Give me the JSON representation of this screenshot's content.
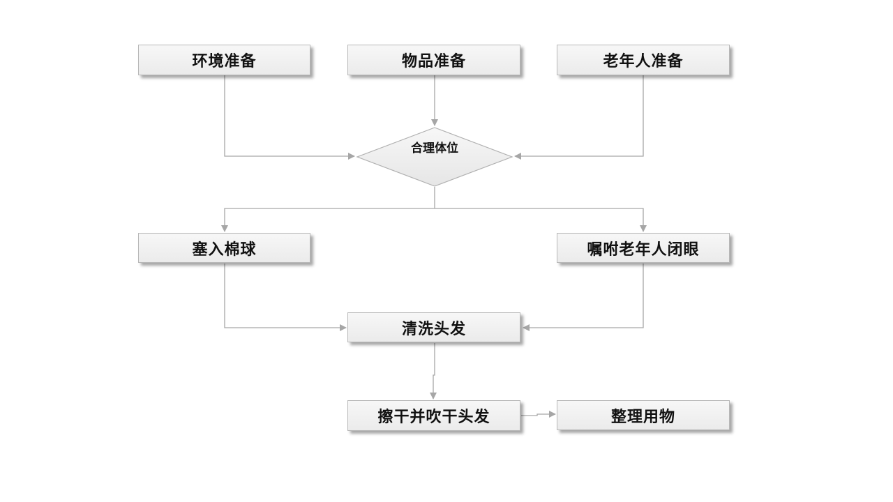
{
  "flowchart": {
    "nodes": {
      "env_prep": "环境准备",
      "item_prep": "物品准备",
      "elder_prep": "老年人准备",
      "position": "合理体位",
      "cotton": "塞入棉球",
      "close_eyes": "嘱咐老年人闭眼",
      "wash": "清洗头发",
      "dry": "擦干并吹干头发",
      "tidy": "整理用物"
    },
    "edges": [
      {
        "from": "env_prep",
        "to": "position"
      },
      {
        "from": "item_prep",
        "to": "position"
      },
      {
        "from": "elder_prep",
        "to": "position"
      },
      {
        "from": "position",
        "to": "cotton"
      },
      {
        "from": "position",
        "to": "close_eyes"
      },
      {
        "from": "cotton",
        "to": "wash"
      },
      {
        "from": "close_eyes",
        "to": "wash"
      },
      {
        "from": "wash",
        "to": "dry"
      },
      {
        "from": "dry",
        "to": "tidy"
      }
    ]
  },
  "colors": {
    "node_fill": "#efefef",
    "node_border": "#b8b8b8",
    "connector": "#a6a6a6",
    "text": "#111111"
  }
}
